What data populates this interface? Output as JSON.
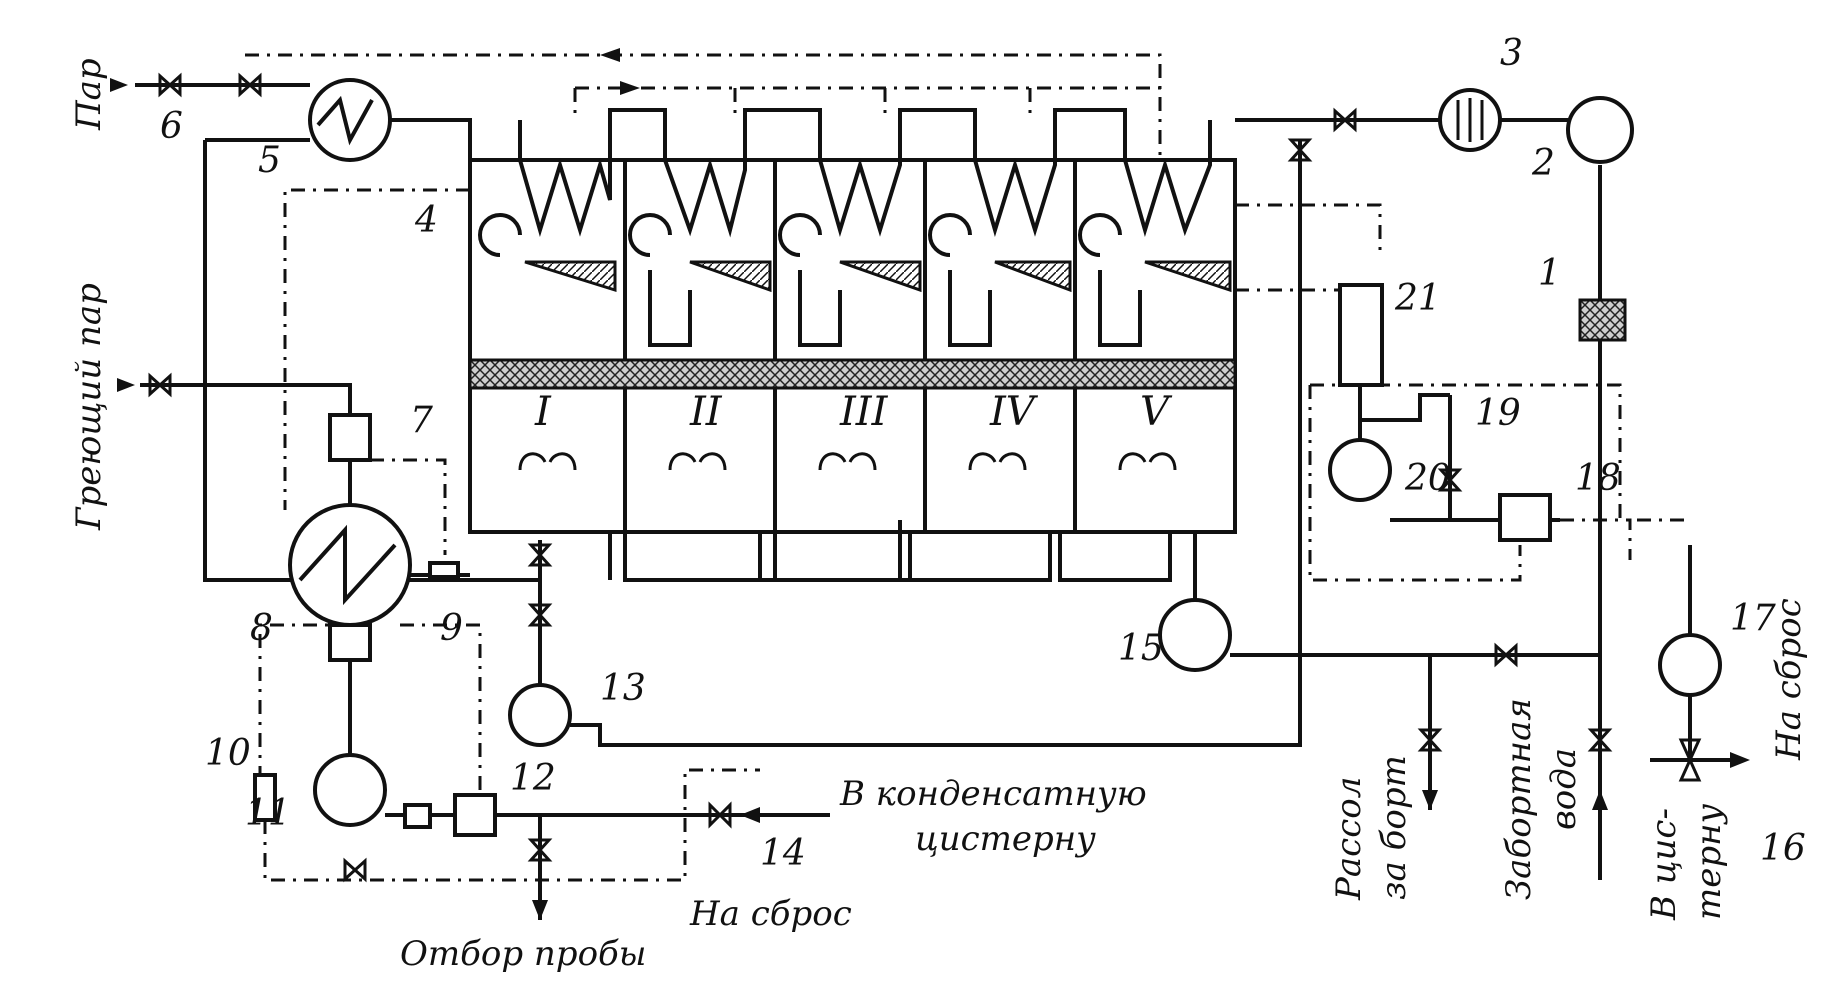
{
  "labels": {
    "steam": "Пар",
    "heating_steam": "Греющий пар",
    "condensate_tank": "В конденсатную",
    "condensate_tank_2": "цистерну",
    "discharge": "На сброс",
    "discharge_right": "На сброс",
    "sampling": "Отбор пробы",
    "brine_overboard_1": "Рассол",
    "brine_overboard_2": "за борт",
    "seawater_1": "Забортная",
    "seawater_2": "вода",
    "to_tank_1": "В цис-",
    "to_tank_2": "терну"
  },
  "stages": [
    "I",
    "II",
    "III",
    "IV",
    "V"
  ],
  "numbers": [
    "1",
    "2",
    "3",
    "4",
    "5",
    "6",
    "7",
    "8",
    "9",
    "10",
    "11",
    "12",
    "13",
    "14",
    "15",
    "16",
    "17",
    "18",
    "19",
    "20",
    "21"
  ]
}
